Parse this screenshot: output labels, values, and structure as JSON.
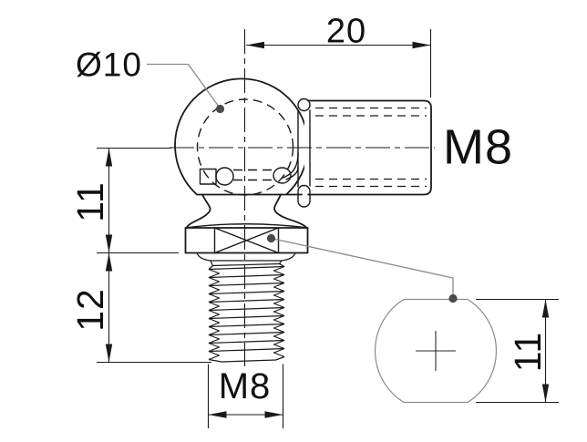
{
  "dimensions": {
    "ball_diameter": "Ø10",
    "socket_length": "20",
    "socket_thread": "M8",
    "ball_center_to_hex": "11",
    "hex_to_stud_end": "12",
    "stud_thread": "M8",
    "detail_height": "11"
  },
  "colors": {
    "line": "#1a1a1a",
    "leader": "#8a8a8a",
    "detail_outline": "#8a8a8a",
    "background": "#ffffff"
  }
}
